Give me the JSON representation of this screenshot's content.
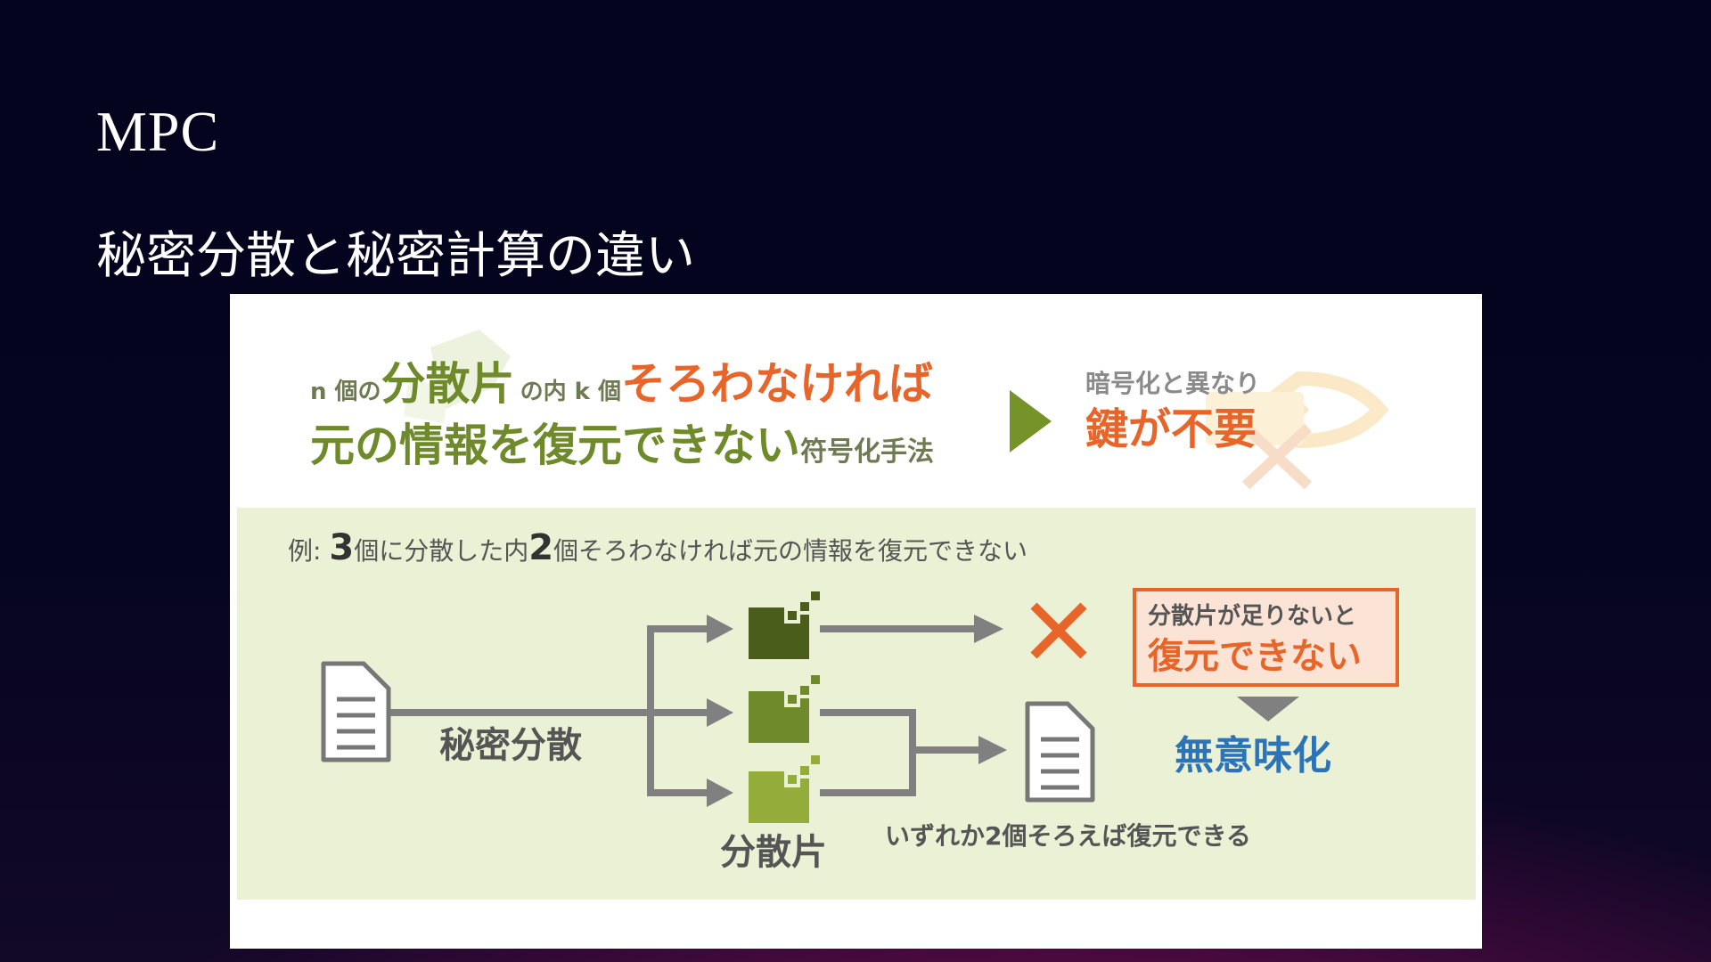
{
  "slide": {
    "title": "MPC",
    "subtitle": "秘密分散と秘密計算の違い"
  },
  "figure": {
    "definition": {
      "part1_prefix": "n 個の",
      "part1_em": "分散片",
      "part1_mid": "の内 k 個",
      "part1_em2": "そろわなければ",
      "part2_em": "元の情報を復元できない",
      "part2_suffix": "符号化手法"
    },
    "key_note": {
      "line1": "暗号化と異なり",
      "line2": "鍵が不要"
    },
    "example": {
      "prefix": "例: ",
      "num1": "3",
      "mid1": "個に分散した内",
      "num2": "2",
      "mid2": "個そろわなければ元の情報を復元できない"
    },
    "labels": {
      "secret_sharing": "秘密分散",
      "shares": "分散片",
      "recover_any2": "いずれか2個そろえば復元できる",
      "insufficient_line1": "分散片が足りないと",
      "insufficient_line2": "復元できない",
      "meaningless": "無意味化"
    },
    "colors": {
      "accent_orange": "#e8652a",
      "olive": "#6e8a2a",
      "olive_dark": "#4a5d1a",
      "green_bg": "#eaf1d4",
      "blue": "#2d73b8",
      "gray_arrow": "#808080"
    }
  }
}
